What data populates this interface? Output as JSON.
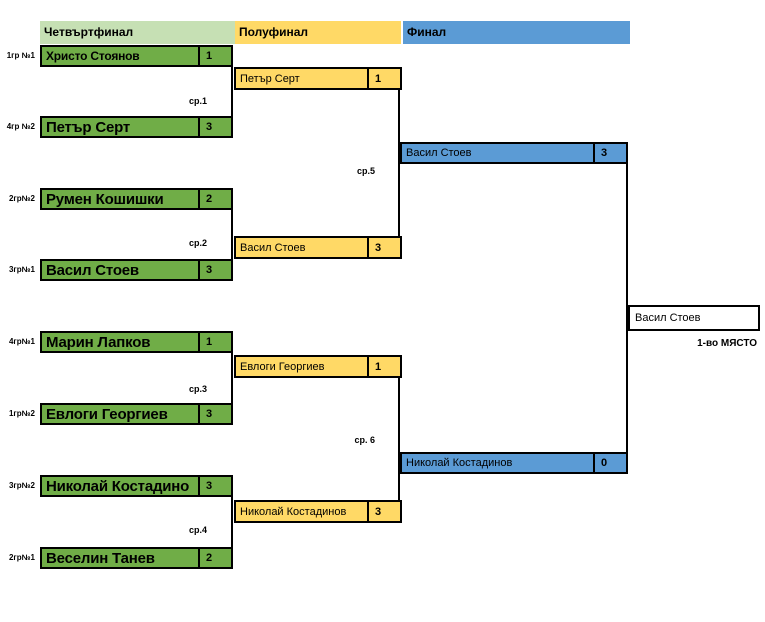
{
  "rounds": {
    "quarterfinal_label": "Четвъртфинал",
    "semifinal_label": "Полуфинал",
    "final_label": "Финал"
  },
  "colors": {
    "quarterfinal_header": "#c6e0b4",
    "quarterfinal_box": "#70ad47",
    "semifinal_header": "#ffd966",
    "semifinal_box": "#ffd966",
    "final_header": "#5b9bd5",
    "final_box": "#5b9bd5",
    "border": "#000000"
  },
  "quarterfinals": {
    "players": [
      {
        "seed": "1гр №1",
        "name": "Христо Стоянов",
        "score": "1"
      },
      {
        "seed": "4гр №2",
        "name": "Петър Серт",
        "score": "3"
      },
      {
        "seed": "2гр№2",
        "name": "Румен Кошишки",
        "score": "2"
      },
      {
        "seed": "3гр№1",
        "name": "Васил Стоев",
        "score": "3"
      },
      {
        "seed": "4гр№1",
        "name": "Марин Лапков",
        "score": "1"
      },
      {
        "seed": "1гр№2",
        "name": "Евлоги Георгиев",
        "score": "3"
      },
      {
        "seed": "3гр№2",
        "name": "Николай Костадино",
        "score": "3"
      },
      {
        "seed": "2гр№1",
        "name": "Веселин Танев",
        "score": "2"
      }
    ],
    "match_labels": [
      "ср.1",
      "ср.2",
      "ср.3",
      "ср.4"
    ]
  },
  "semifinals": {
    "players": [
      {
        "name": "Петър Серт",
        "score": "1"
      },
      {
        "name": "Васил Стоев",
        "score": "3"
      },
      {
        "name": "Евлоги Георгиев",
        "score": "1"
      },
      {
        "name": "Николай Костадинов",
        "score": "3"
      }
    ],
    "match_labels": [
      "ср.5",
      "ср. 6"
    ]
  },
  "final": {
    "players": [
      {
        "name": "Васил Стоев",
        "score": "3"
      },
      {
        "name": "Николай Костадинов",
        "score": "0"
      }
    ]
  },
  "winner": {
    "name": "Васил Стоев",
    "caption": "1-во МЯСТО"
  }
}
